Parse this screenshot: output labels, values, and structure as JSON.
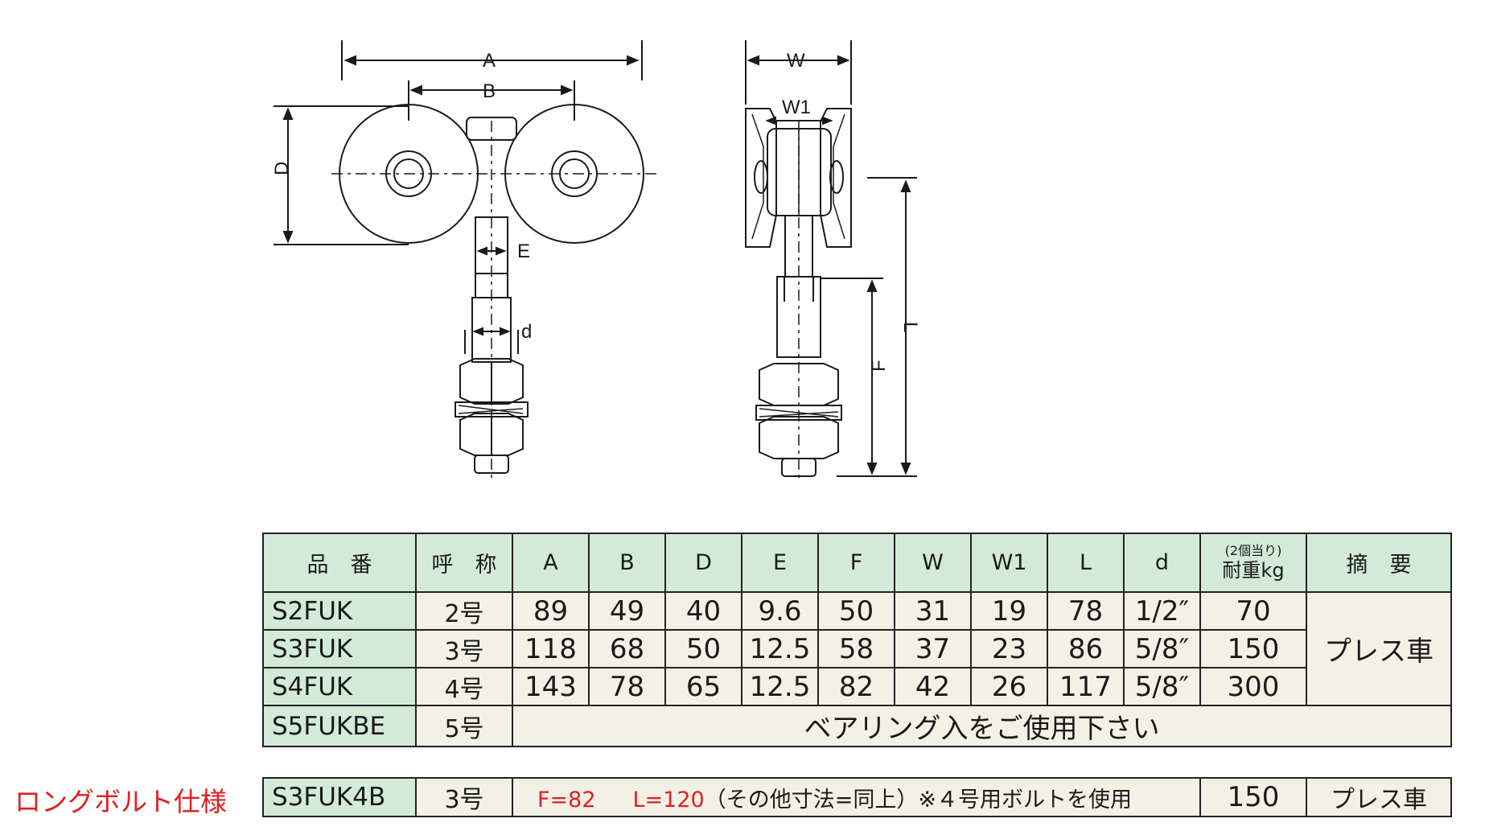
{
  "drawing": {
    "front_labels": {
      "A": "A",
      "B": "B",
      "D": "D",
      "E": "E",
      "d": "d"
    },
    "side_labels": {
      "W": "W",
      "W1": "W1",
      "L": "L",
      "F": "F"
    }
  },
  "table": {
    "headers": {
      "code": "品　番",
      "nominal": "呼　称",
      "A": "A",
      "B": "B",
      "D": "D",
      "E": "E",
      "F": "F",
      "W": "W",
      "W1": "W1",
      "L": "L",
      "d": "d",
      "load_note": "(2個当り)",
      "load": "耐重kg",
      "remark": "摘　要"
    },
    "rows": [
      {
        "code": "S2FUK",
        "nominal": "2号",
        "A": "89",
        "B": "49",
        "D": "40",
        "E": "9.6",
        "F": "50",
        "W": "31",
        "W1": "19",
        "L": "78",
        "d": "1/2″",
        "load": "70"
      },
      {
        "code": "S3FUK",
        "nominal": "3号",
        "A": "118",
        "B": "68",
        "D": "50",
        "E": "12.5",
        "F": "58",
        "W": "37",
        "W1": "23",
        "L": "86",
        "d": "5/8″",
        "load": "150"
      },
      {
        "code": "S4FUK",
        "nominal": "4号",
        "A": "143",
        "B": "78",
        "D": "65",
        "E": "12.5",
        "F": "82",
        "W": "42",
        "W1": "26",
        "L": "117",
        "d": "5/8″",
        "load": "300"
      }
    ],
    "remark": "プレス車",
    "last_row": {
      "code": "S5FUKBE",
      "nominal": "5号",
      "note": "ベアリング入をご使用下さい"
    }
  },
  "long_bolt": {
    "label": "ロングボルト仕様",
    "code": "S3FUK4B",
    "nominal": "3号",
    "F": "F=82",
    "L": "L=120",
    "spec_rest": "（その他寸法=同上）※４号用ボルトを使用",
    "load": "150",
    "remark": "プレス車"
  },
  "colors": {
    "header_fill": "#d3ead9",
    "cell_fill": "#f3f1e6",
    "accent_red": "#e02020",
    "line": "#222222"
  }
}
